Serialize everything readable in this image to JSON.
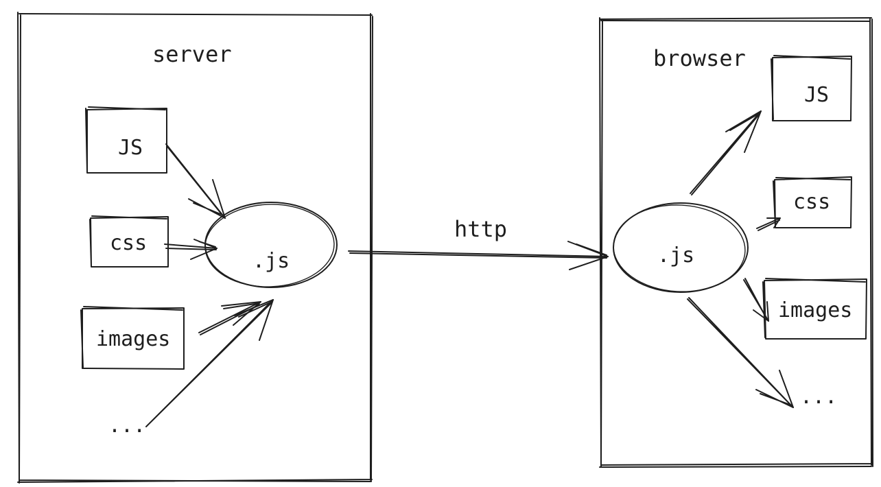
{
  "server": {
    "title": "server",
    "center_node": ".js",
    "assets": [
      "JS",
      "css",
      "images",
      "..."
    ]
  },
  "browser": {
    "title": "browser",
    "center_node": ".js",
    "assets": [
      "JS",
      "css",
      "images",
      "..."
    ]
  },
  "connection": {
    "label": "http"
  }
}
